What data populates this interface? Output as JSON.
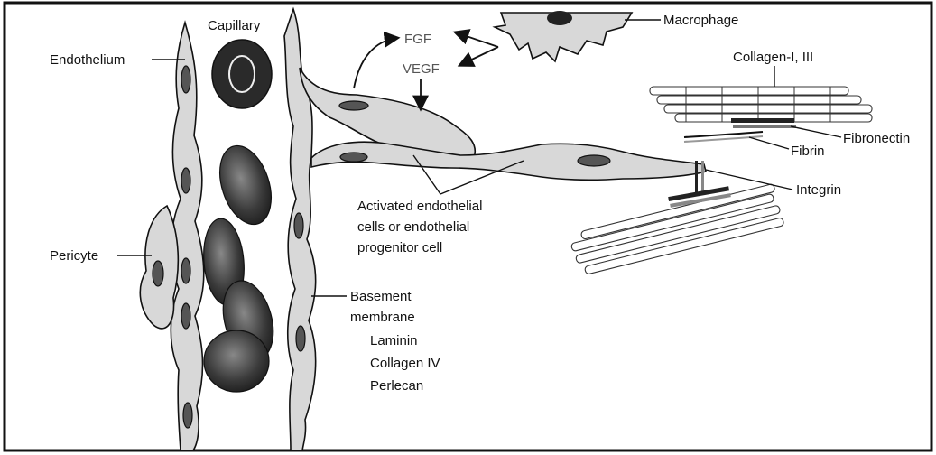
{
  "labels": {
    "capillary": "Capillary",
    "endothelium": "Endothelium",
    "pericyte": "Pericyte",
    "fgf": "FGF",
    "vegf": "VEGF",
    "macrophage": "Macrophage",
    "collagen_13": "Collagen-I, III",
    "fibronectin": "Fibronectin",
    "fibrin": "Fibrin",
    "integrin": "Integrin",
    "activated_line1": "Activated endothelial",
    "activated_line2": "cells or endothelial",
    "activated_line3": "progenitor cell",
    "basement_line1": "Basement",
    "basement_line2": "membrane",
    "laminin": "Laminin",
    "collagen_iv": "Collagen IV",
    "perlecan": "Perlecan"
  },
  "colors": {
    "cell_fill": "#d8d8d8",
    "nucleus": "#555555",
    "rbc": "#444444",
    "outline": "#111111"
  }
}
